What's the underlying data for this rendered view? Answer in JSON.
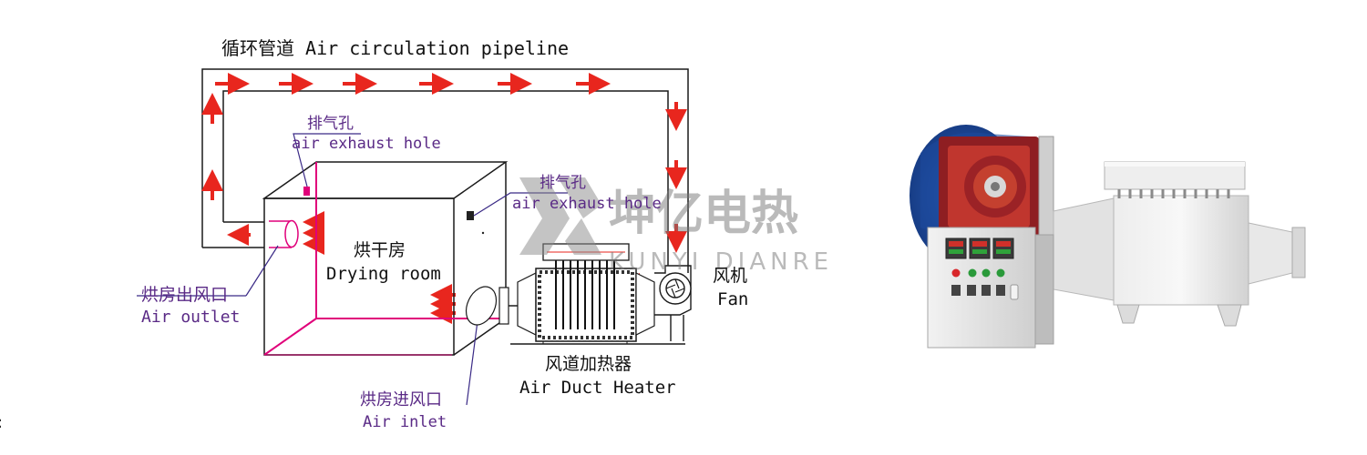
{
  "labels": {
    "pipeline": "循环管道 Air circulation pipeline",
    "exhaust1_cn": "排气孔",
    "exhaust1_en": "air exhaust hole",
    "exhaust2_cn": "排气孔",
    "exhaust2_en": "air exhaust hole",
    "room_cn": "烘干房",
    "room_en": "Drying room",
    "outlet_cn": "烘房出风口",
    "outlet_en": "Air outlet",
    "fan_cn": "风机",
    "fan_en": "Fan",
    "heater_cn": "风道加热器",
    "heater_en": "Air Duct Heater",
    "inlet_cn": "烘房进风口",
    "inlet_en": "Air inlet"
  },
  "watermark": {
    "cn": "坤亿电热",
    "en": "KUNYI DIANRE"
  },
  "colors": {
    "arrow": "#e8261e",
    "room_edge": "#e0007a",
    "leader": "#3a2a86",
    "label_purple": "#5a2a86",
    "outline": "#1a1a1a",
    "fan_blue": "#1f4fa3",
    "fan_red": "#b0282a",
    "cabinet_grey": "#dcdcdc"
  },
  "icons": [
    "fan-icon",
    "red-indicator-lamp",
    "green-indicator-lamp",
    "control-switch"
  ]
}
